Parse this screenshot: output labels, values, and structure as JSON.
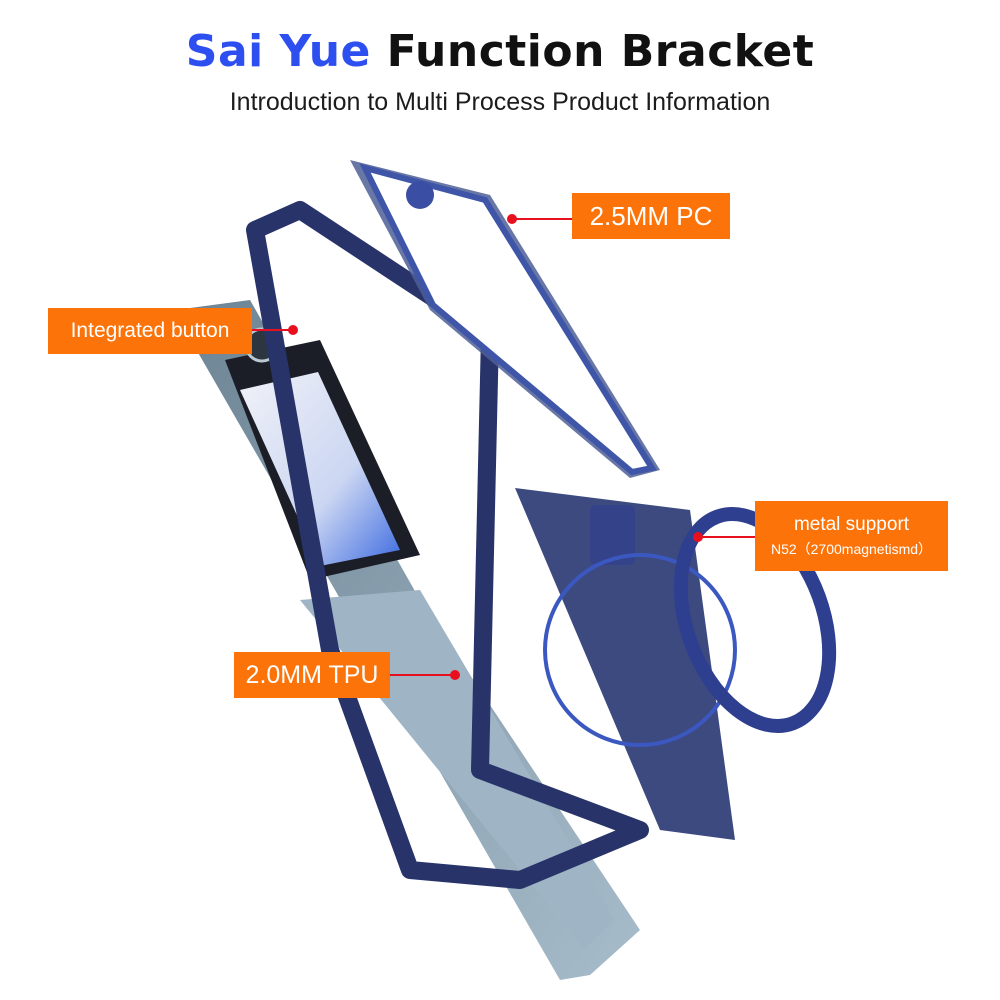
{
  "header": {
    "title_accent": "Sai Yue",
    "title_rest": " Function Bracket",
    "subtitle": "Introduction to Multi Process Product Information"
  },
  "callouts": {
    "pc": "2.5MM PC",
    "button": "Integrated button",
    "tpu": "2.0MM TPU",
    "metal_line1": "metal support",
    "metal_line2": "N52（2700magnetismd）"
  },
  "colors": {
    "accent_blue": "#2d4ff0",
    "label_orange": "#fb7309",
    "pointer_red": "#e8101e",
    "case_navy": "#28336a"
  }
}
